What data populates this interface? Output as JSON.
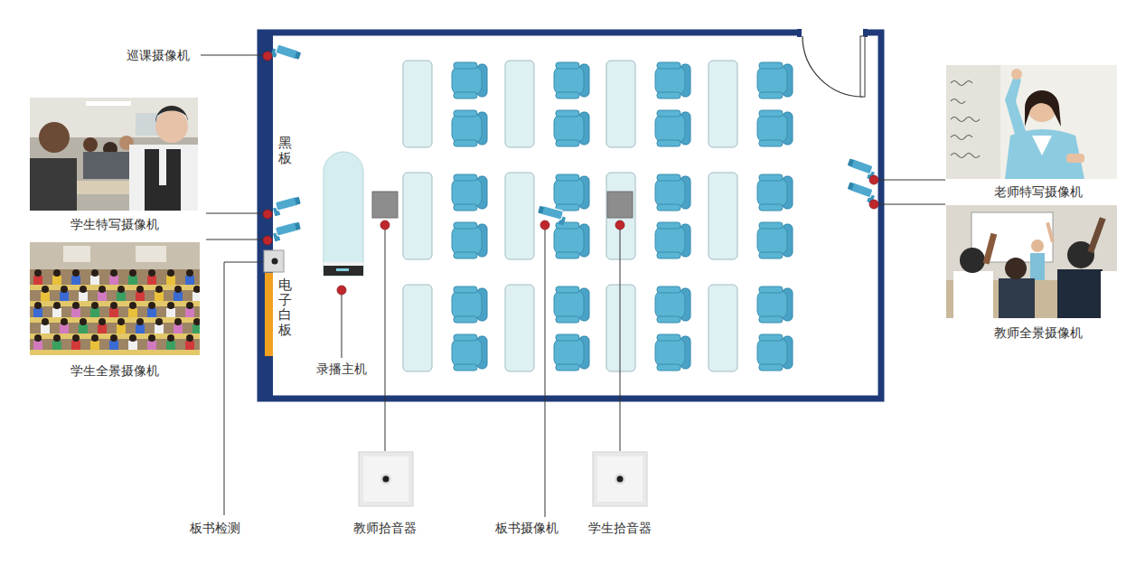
{
  "diagram": {
    "labels": [
      "巡课摄像机",
      "黑板",
      "学生特写摄像机",
      "老师特写摄像机",
      "教师全景摄像机",
      "电子白板",
      "学生全景摄像机",
      "录播主机",
      "板书检测",
      "教师拾音器",
      "板书摄像机",
      "学生拾音器"
    ]
  }
}
